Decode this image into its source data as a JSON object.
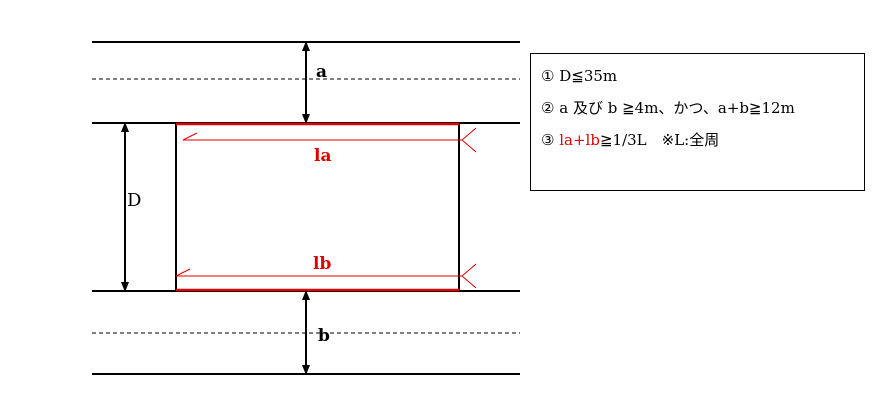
{
  "labels": {
    "a": "a",
    "b": "b",
    "D": "D",
    "la": "la",
    "lb": "lb"
  },
  "conditions": [
    {
      "num": "①",
      "text": "D≦35m"
    },
    {
      "num": "②",
      "text": "a 及び b ≧4m、かつ、a+b≧12m"
    },
    {
      "num": "③",
      "red": "la+lb",
      "rest": "≧1/3L　※L:全周"
    }
  ],
  "colors": {
    "line": "#000000",
    "highlight": "#e00000"
  }
}
